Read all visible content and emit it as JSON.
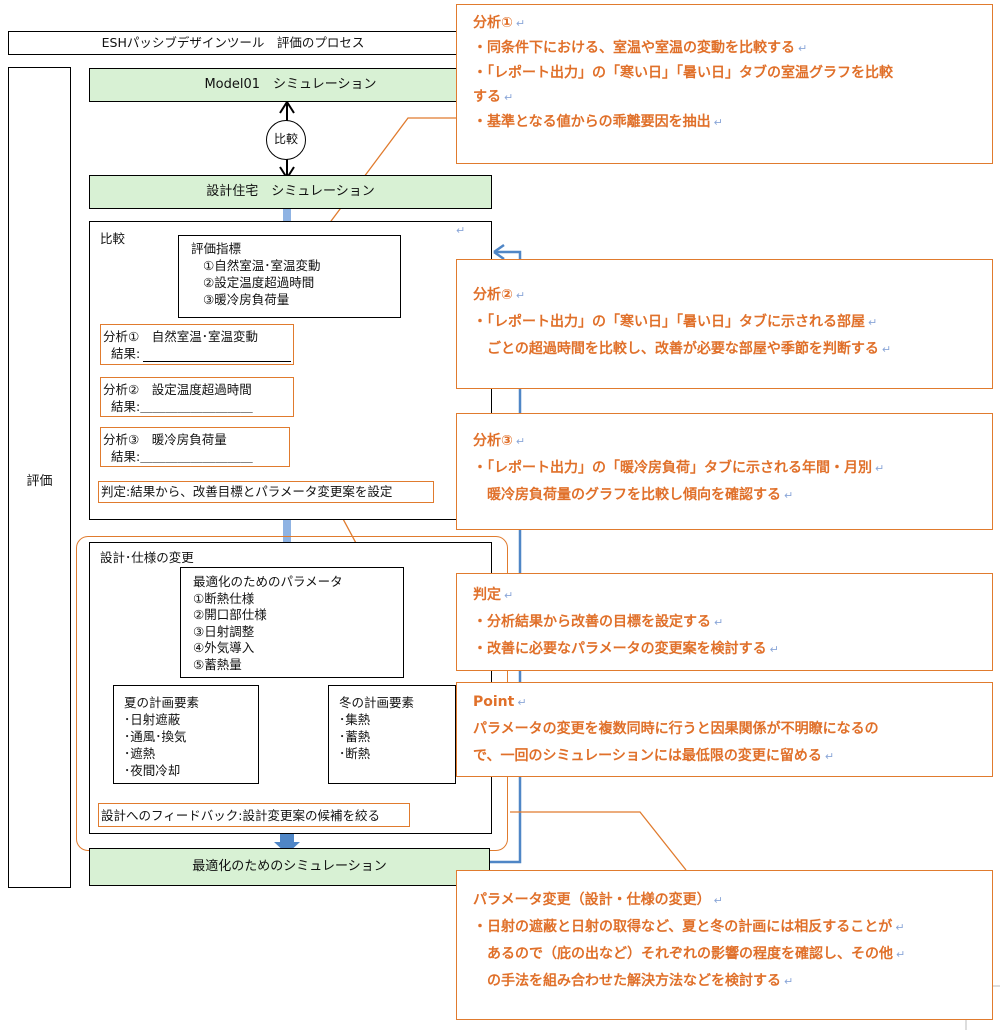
{
  "title": "ESHパッシブデザインツール　評価のプロセス",
  "side_label": "評価",
  "model_sim": "Model01　シミュレーション",
  "compare_circle": "比較",
  "design_sim": "設計住宅　シミュレーション",
  "final_sim": "最適化のためのシミュレーション",
  "pilcrow": "↵",
  "compare_section": {
    "title": "比較",
    "indicators": {
      "title": "評価指標",
      "items": [
        "①自然室温･室温変動",
        "②設定温度超過時間",
        "③暖冷房負荷量"
      ]
    },
    "analyses": [
      {
        "title": "分析①　自然室温･室温変動",
        "result": "結果:"
      },
      {
        "title": "分析②　設定温度超過時間",
        "result": "結果:＿＿＿＿＿＿＿＿＿"
      },
      {
        "title": "分析③　暖冷房負荷量",
        "result": "結果:＿＿＿＿＿＿＿＿＿"
      }
    ],
    "judgement": "判定:結果から、改善目標とパラメータ変更案を設定"
  },
  "design_section": {
    "title": "設計･仕様の変更",
    "params": {
      "title": "最適化のためのパラメータ",
      "items": [
        "①断熱仕様",
        "②開口部仕様",
        "③日射調整",
        "④外気導入",
        "⑤蓄熱量"
      ]
    },
    "summer": {
      "title": "夏の計画要素",
      "items": [
        "･日射遮蔽",
        "･通風･換気",
        "･遮熱",
        "･夜間冷却"
      ]
    },
    "winter": {
      "title": "冬の計画要素",
      "items": [
        "･集熱",
        "･蓄熱",
        "･断熱"
      ]
    },
    "feedback": "設計へのフィードバック:設計変更案の候補を絞る"
  },
  "callouts": {
    "analysis1": {
      "title": "分析①",
      "lines": [
        "・同条件下における、室温や室温の変動を比較する",
        "・「レポート出力」の「寒い日」「暑い日」タブの室温グラフを比較",
        "する",
        "・基準となる値からの乖離要因を抽出"
      ]
    },
    "analysis2": {
      "title": "分析②",
      "lines": [
        "・「レポート出力」の「寒い日」「暑い日」タブに示される部屋",
        "　ごとの超過時間を比較し、改善が必要な部屋や季節を判断する"
      ]
    },
    "analysis3": {
      "title": "分析③",
      "lines": [
        "・「レポート出力」の「暖冷房負荷」タブに示される年間・月別",
        "　暖冷房負荷量のグラフを比較し傾向を確認する"
      ]
    },
    "judgement": {
      "title": "判定",
      "lines": [
        "・分析結果から改善の目標を設定する",
        "・改善に必要なパラメータの変更案を検討する"
      ]
    },
    "point": {
      "title": "Point",
      "lines": [
        "パラメータの変更を複数同時に行うと因果関係が不明瞭になるの",
        "で、一回のシミュレーションには最低限の変更に留める"
      ]
    },
    "param_change": {
      "title": "パラメータ変更（設計・仕様の変更）",
      "lines": [
        "・日射の遮蔽と日射の取得など、夏と冬の計画には相反することが",
        "　あるので（庇の出など）それぞれの影響の程度を確認し、その他",
        "　の手法を組み合わせた解決方法などを検討する"
      ]
    }
  }
}
